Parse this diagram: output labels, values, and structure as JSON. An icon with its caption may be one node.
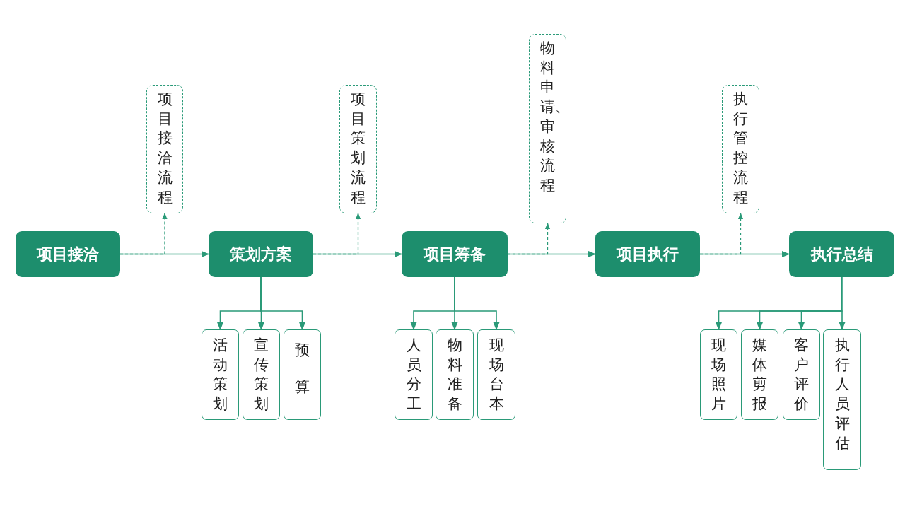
{
  "diagram": {
    "nodes": [
      {
        "text": [
          "项目接洽"
        ]
      },
      {
        "text": [
          "策划方案"
        ]
      },
      {
        "text": [
          "项目筹备"
        ]
      },
      {
        "text": [
          "项目执行"
        ]
      },
      {
        "text": [
          "执行总结"
        ]
      },
      {
        "text": [
          "项目接洽流程"
        ]
      },
      {
        "text": [
          "项目策划流程"
        ]
      },
      {
        "text": [
          "物料申请、审核流程"
        ]
      },
      {
        "text": [
          "执行管控流程"
        ]
      },
      {
        "text": [
          "活动策划"
        ]
      },
      {
        "text": [
          "宣传策划"
        ]
      },
      {
        "text": [
          "预算"
        ]
      },
      {
        "text": [
          "人员分工"
        ]
      },
      {
        "text": [
          "物料准备"
        ]
      },
      {
        "text": [
          "现场台本"
        ]
      },
      {
        "text": [
          "现场照片"
        ]
      },
      {
        "text": [
          "媒体剪报"
        ]
      },
      {
        "text": [
          "客户评价"
        ]
      },
      {
        "text": [
          "执行人员评估"
        ]
      }
    ],
    "edges": [
      {
        "from": 0,
        "to": 1,
        "arrow": "to"
      },
      {
        "from": 1,
        "to": 2,
        "arrow": "to"
      },
      {
        "from": 2,
        "to": 3,
        "arrow": "to"
      },
      {
        "from": 3,
        "to": 4,
        "arrow": "to"
      },
      {
        "from": 0,
        "to": 5,
        "arrow": "to",
        "style": "dashed"
      },
      {
        "from": 1,
        "to": 6,
        "arrow": "to",
        "style": "dashed"
      },
      {
        "from": 2,
        "to": 7,
        "arrow": "to",
        "style": "dashed"
      },
      {
        "from": 3,
        "to": 8,
        "arrow": "to",
        "style": "dashed"
      },
      {
        "from": 1,
        "to": 9,
        "arrow": "to"
      },
      {
        "from": 1,
        "to": 10,
        "arrow": "to"
      },
      {
        "from": 1,
        "to": 11,
        "arrow": "to"
      },
      {
        "from": 2,
        "to": 12,
        "arrow": "to"
      },
      {
        "from": 2,
        "to": 13,
        "arrow": "to"
      },
      {
        "from": 2,
        "to": 14,
        "arrow": "to"
      },
      {
        "from": 4,
        "to": 15,
        "arrow": "to"
      },
      {
        "from": 4,
        "to": 16,
        "arrow": "to"
      },
      {
        "from": 4,
        "to": 17,
        "arrow": "to"
      },
      {
        "from": 4,
        "to": 18,
        "arrow": "to"
      }
    ]
  }
}
